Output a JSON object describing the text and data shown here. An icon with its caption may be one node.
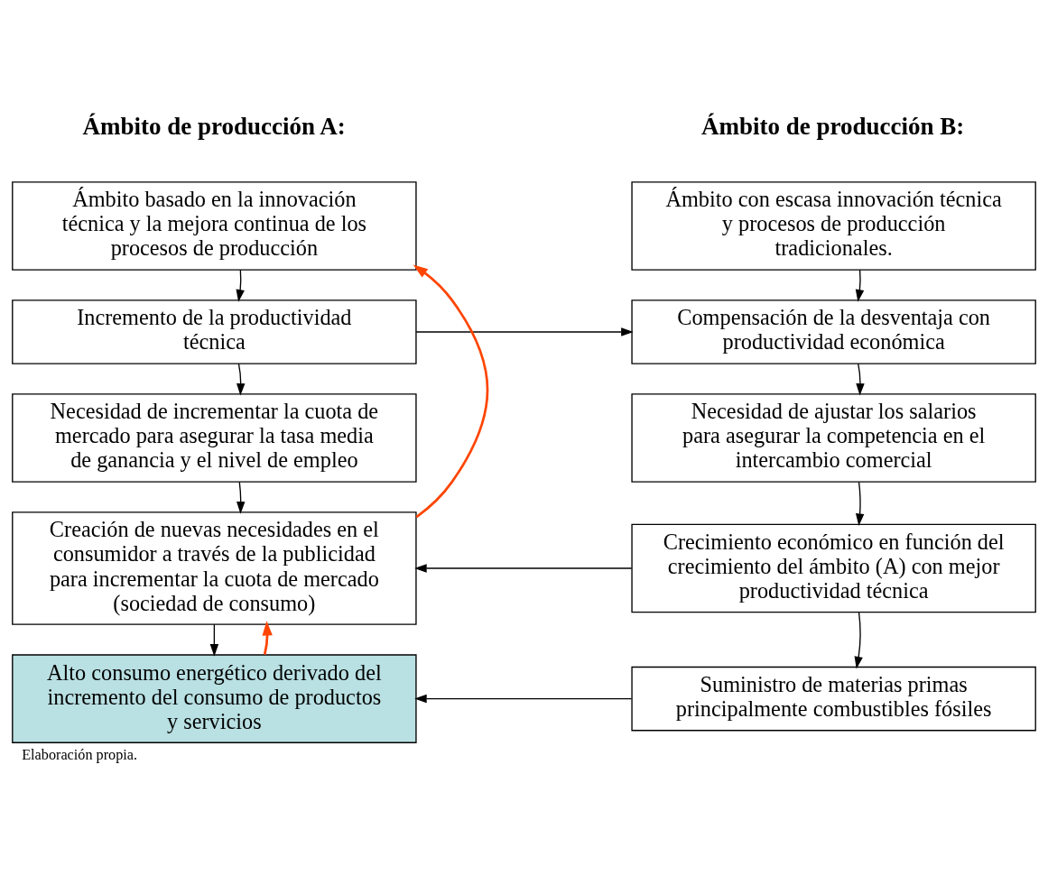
{
  "diagram": {
    "caption": "Elaboración propia.",
    "nodes": [
      {
        "text": [
          "Ámbito basado en la innovación técnica y la mejora continua de los procesos de producción"
        ]
      },
      {
        "text": [
          "Ámbito con escasa innovación técnica y procesos de producción tradicionales."
        ]
      },
      {
        "text": [
          "Incremento de la productividad técnica"
        ]
      },
      {
        "text": [
          "Compensación de la desventaja con productividad económica"
        ]
      },
      {
        "text": [
          "Necesidad de incrementar la cuota de mercado para asegurar la tasa media de ganancia y el nivel de empleo"
        ]
      },
      {
        "text": [
          "Necesidad de ajustar los salarios para asegurar la competencia en el intercambio comercial"
        ]
      },
      {
        "text": [
          "Creación de nuevas necesidades en el consumidor a través de la publicidad para incrementar la cuota de mercado (sociedad de consumo)"
        ]
      },
      {
        "text": [
          "Crecimiento económico en función del crecimiento del ámbito (A) con mejor productividad técnica"
        ]
      },
      {
        "text": [
          "Alto consumo energético derivado del incremento del consumo de productos y servicios"
        ]
      },
      {
        "text": [
          "Suministro de materias primas principalmente combustibles fósiles"
        ]
      }
    ],
    "edges": [
      {
        "from": 0,
        "to": 2,
        "arrow": "to"
      },
      {
        "from": 2,
        "to": 3,
        "arrow": "to"
      },
      {
        "from": 2,
        "to": 4,
        "arrow": "to"
      },
      {
        "from": 4,
        "to": 6,
        "arrow": "to"
      },
      {
        "from": 6,
        "to": 8,
        "arrow": "to"
      },
      {
        "from": 1,
        "to": 3,
        "arrow": "to"
      },
      {
        "from": 3,
        "to": 5,
        "arrow": "to"
      },
      {
        "from": 5,
        "to": 7,
        "arrow": "to"
      },
      {
        "from": 7,
        "to": 6,
        "arrow": "to"
      },
      {
        "from": 7,
        "to": 9,
        "arrow": "to"
      },
      {
        "from": 9,
        "to": 8,
        "arrow": "to"
      },
      {
        "from": 8,
        "to": 6,
        "arrow": "to",
        "color": "#ff4500"
      },
      {
        "from": 6,
        "to": 0,
        "arrow": "to",
        "color": "#ff4500"
      }
    ],
    "labels": [
      "Ámbito de producción A:",
      "Ámbito de producción B:"
    ]
  }
}
